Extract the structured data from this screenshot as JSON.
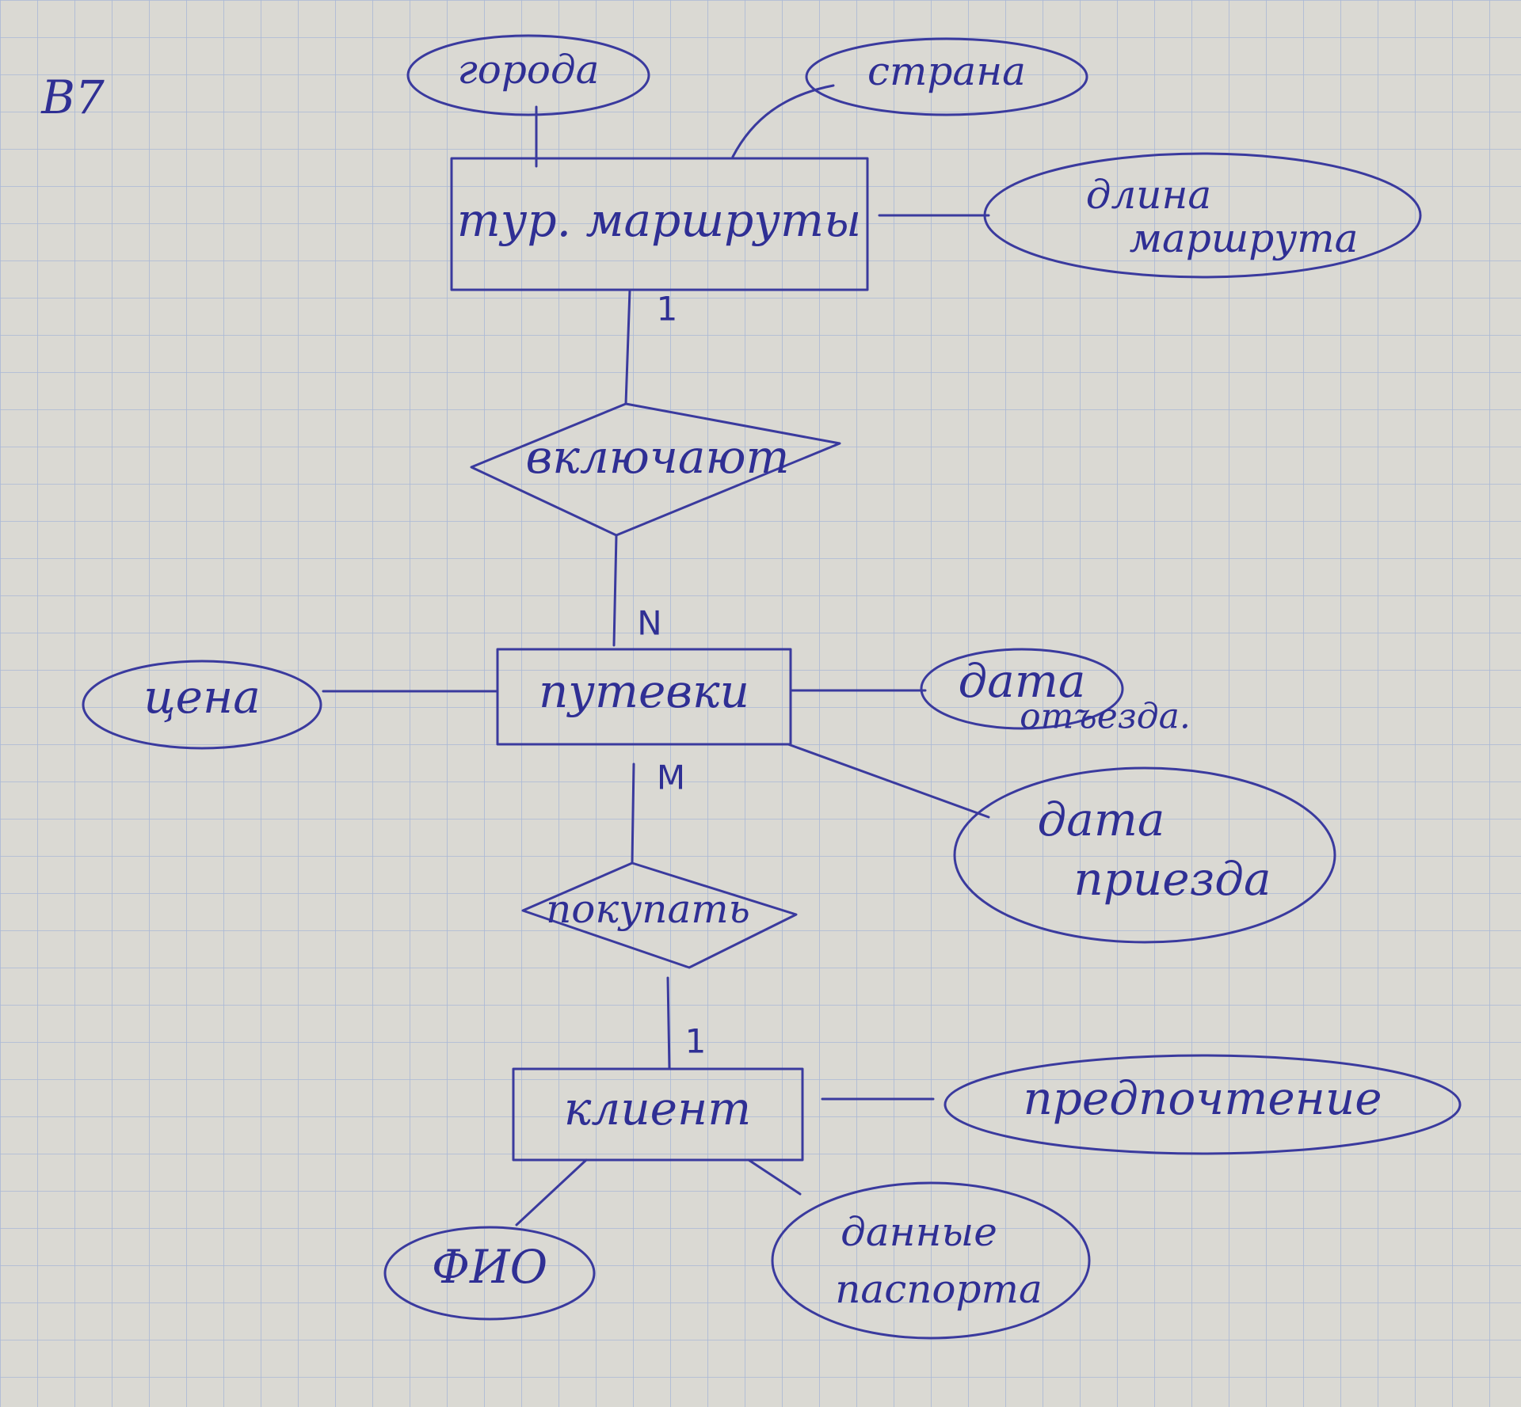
{
  "sheet_label": "В7",
  "entities": {
    "routes": "тур. маршруты",
    "vouchers": "путевки",
    "client": "клиент"
  },
  "relationships": {
    "include": "включают",
    "buy": "покупать"
  },
  "attributes": {
    "cities": "города",
    "country": "страна",
    "route_length_line1": "длина",
    "route_length_line2": "маршрута",
    "price": "цена",
    "departure_line1": "дата",
    "departure_line2": "отъезда.",
    "arrival_line1": "дата",
    "arrival_line2": "приезда",
    "preference": "предпочтение",
    "full_name": "ФИО",
    "passport_line1": "данные",
    "passport_line2": "паспорта"
  },
  "cardinalities": {
    "routes_side": "1",
    "vouchers_include_side": "N",
    "vouchers_buy_side": "M",
    "client_side": "1"
  },
  "colors": {
    "ink": "#3a3a9e",
    "paper": "#dad9d3",
    "grid": "#a9b8d6"
  }
}
